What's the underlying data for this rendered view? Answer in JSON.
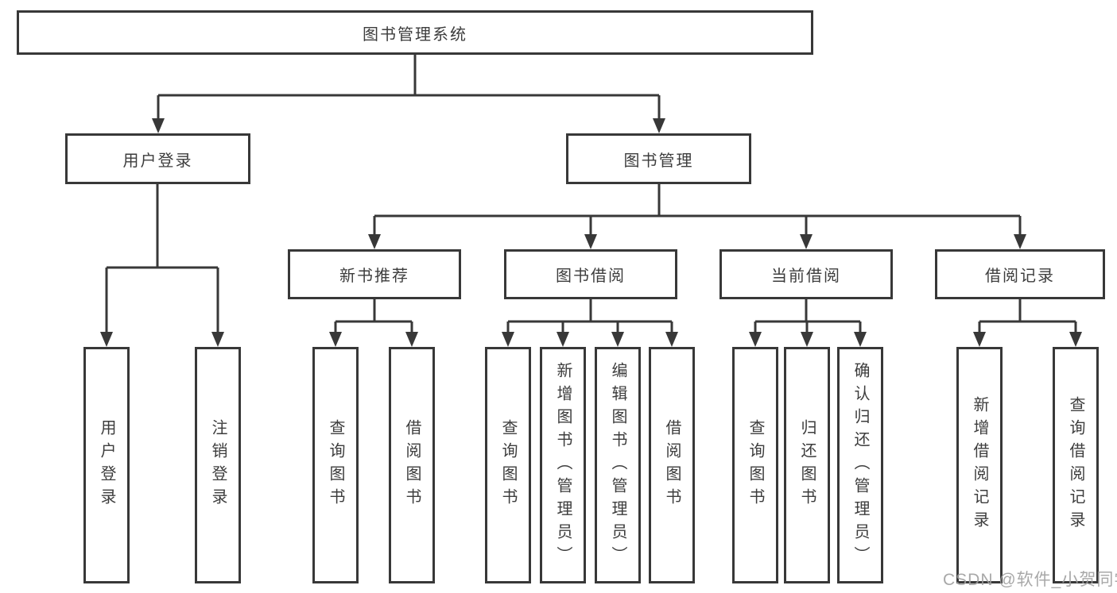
{
  "colors": {
    "line": "#383838",
    "box_border": "#383838",
    "text": "#3d3d3d",
    "watermark": "#9e9e9e"
  },
  "watermark": {
    "text": "CSDN @软件_小贺同学"
  },
  "tree": {
    "label": "图书管理系统",
    "children": [
      {
        "label": "用户登录",
        "children": [
          {
            "label": "用户登录"
          },
          {
            "label": "注销登录"
          }
        ]
      },
      {
        "label": "图书管理",
        "children": [
          {
            "label": "新书推荐",
            "children": [
              {
                "label": "查询图书"
              },
              {
                "label": "借阅图书"
              }
            ]
          },
          {
            "label": "图书借阅",
            "children": [
              {
                "label": "查询图书"
              },
              {
                "label": "新增图书（管理员）"
              },
              {
                "label": "编辑图书（管理员）"
              },
              {
                "label": "借阅图书"
              }
            ]
          },
          {
            "label": "当前借阅",
            "children": [
              {
                "label": "查询图书"
              },
              {
                "label": "归还图书"
              },
              {
                "label": "确认归还（管理员）"
              }
            ]
          },
          {
            "label": "借阅记录",
            "children": [
              {
                "label": "新增借阅记录"
              },
              {
                "label": "查询借阅记录"
              }
            ]
          }
        ]
      }
    ]
  }
}
